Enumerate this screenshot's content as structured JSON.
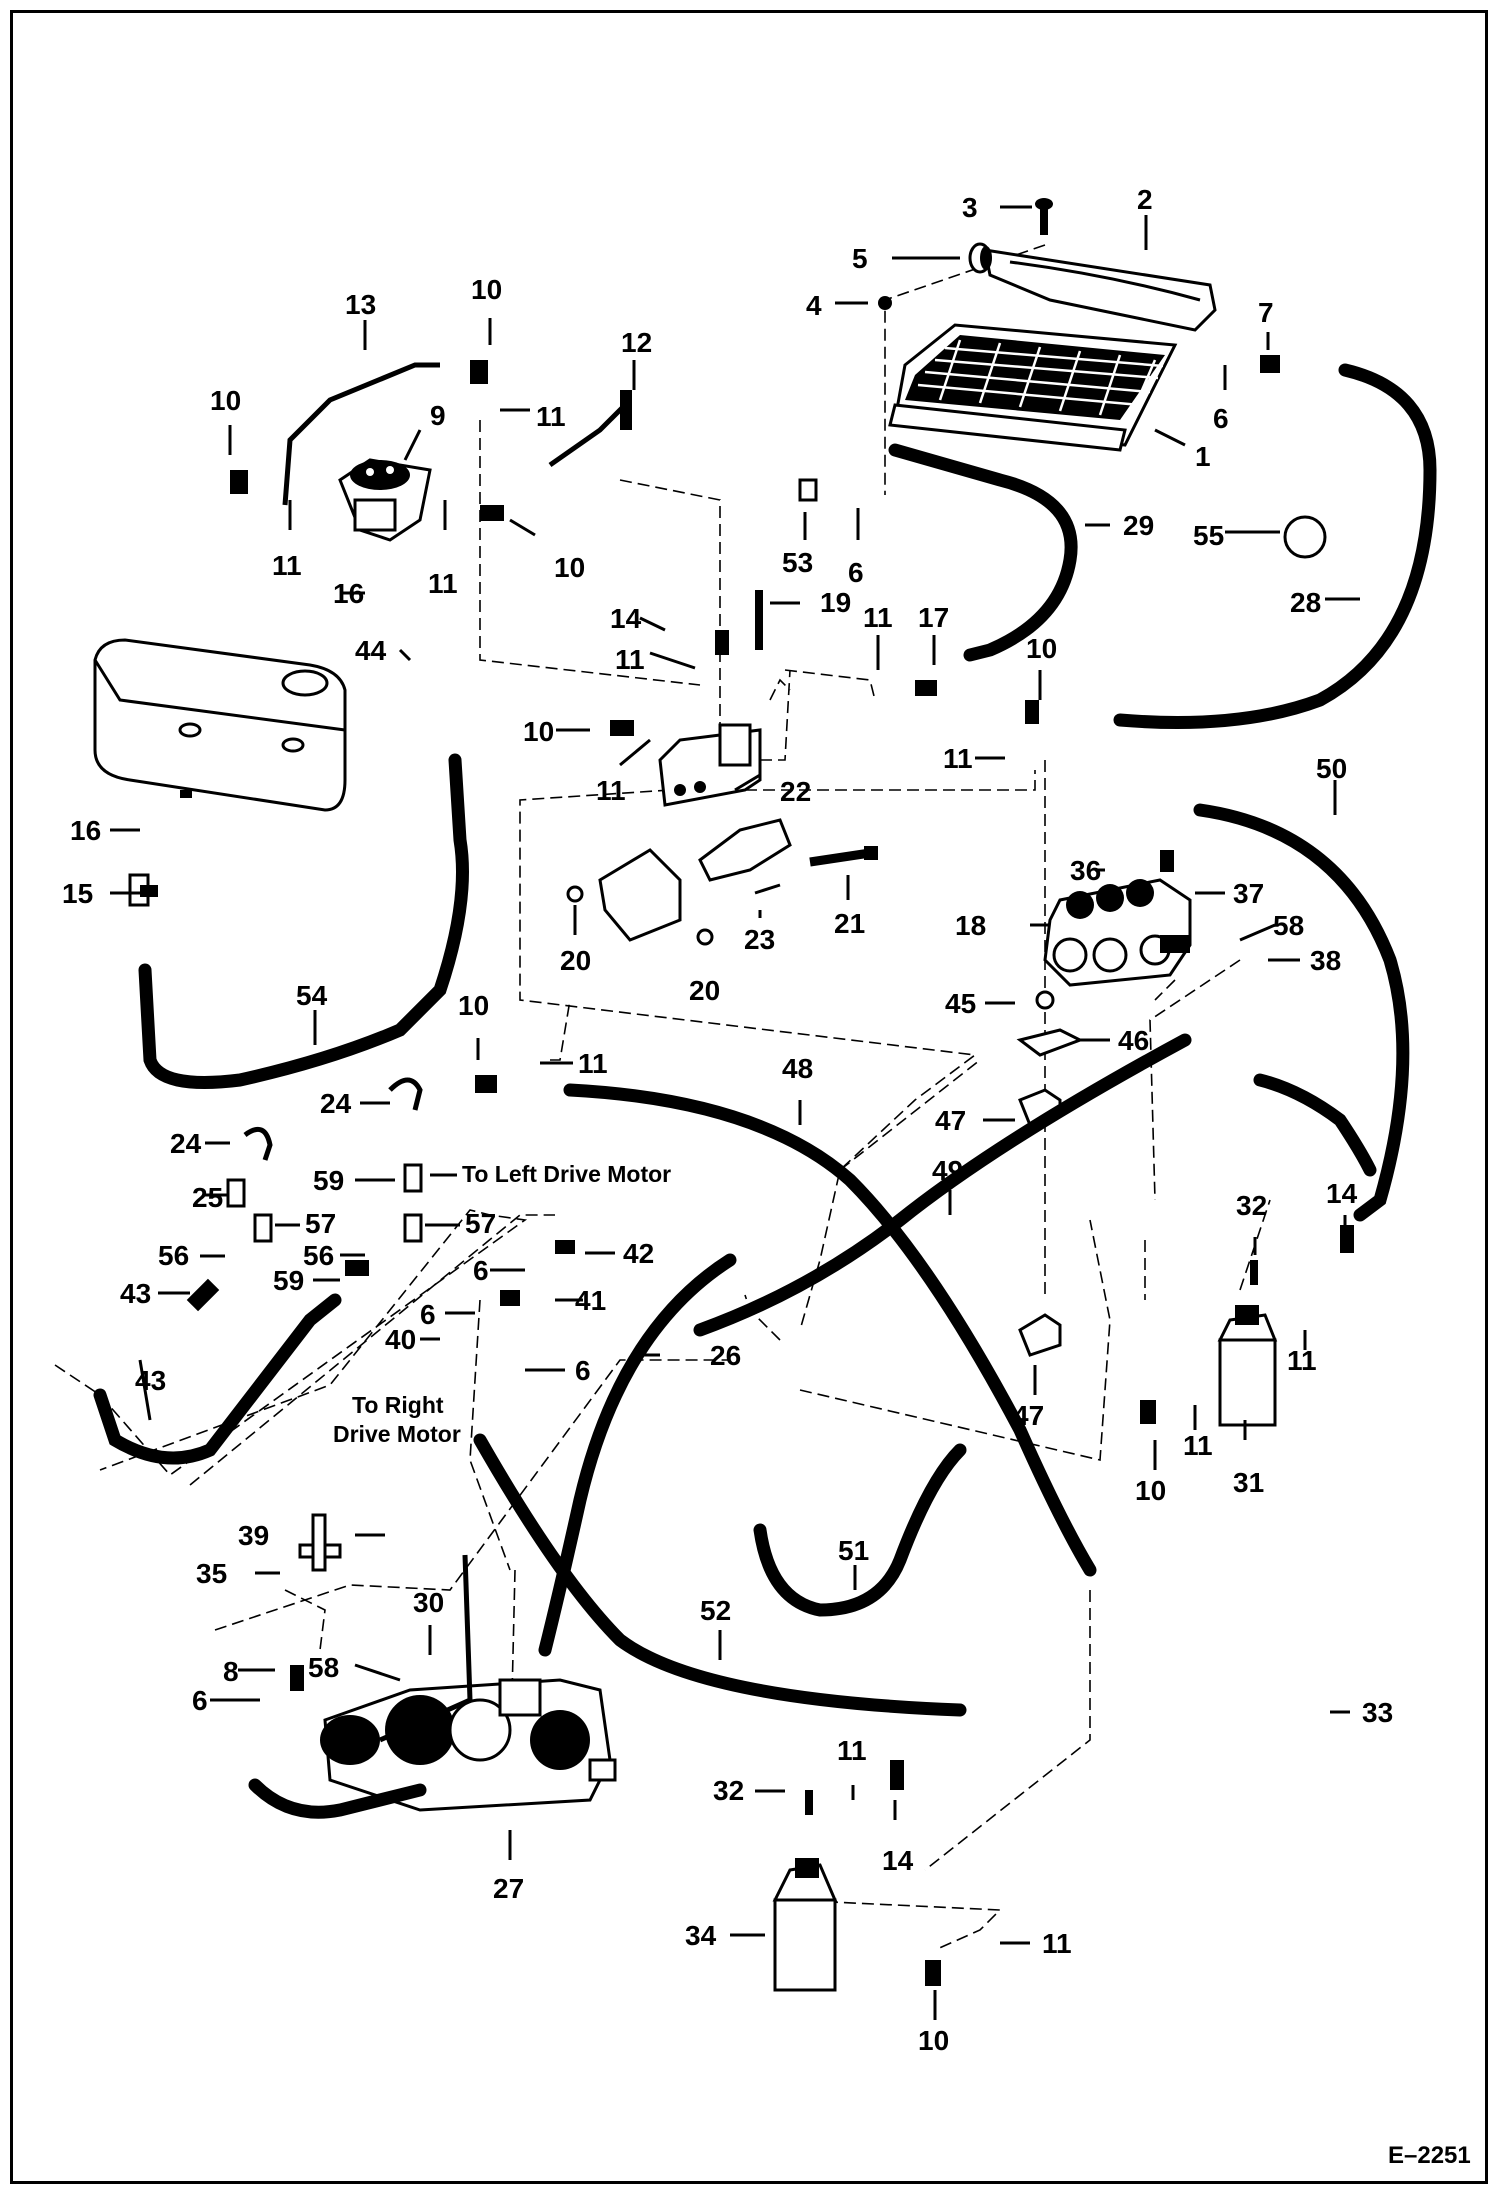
{
  "figure_id": "E–2251",
  "notes": {
    "left_drive_motor": "To Left Drive Motor",
    "right_drive_motor_line1": "To Right",
    "right_drive_motor_line2": "Drive Motor"
  },
  "labels": [
    "1",
    "2",
    "3",
    "4",
    "5",
    "6",
    "7",
    "8",
    "9",
    "10",
    "11",
    "12",
    "13",
    "14",
    "15",
    "16",
    "17",
    "18",
    "19",
    "20",
    "21",
    "22",
    "23",
    "24",
    "25",
    "26",
    "27",
    "28",
    "29",
    "30",
    "31",
    "32",
    "33",
    "34",
    "35",
    "36",
    "37",
    "38",
    "39",
    "40",
    "41",
    "42",
    "43",
    "44",
    "45",
    "46",
    "47",
    "48",
    "49",
    "50",
    "51",
    "52",
    "53",
    "54",
    "55",
    "56",
    "57",
    "58",
    "59"
  ]
}
